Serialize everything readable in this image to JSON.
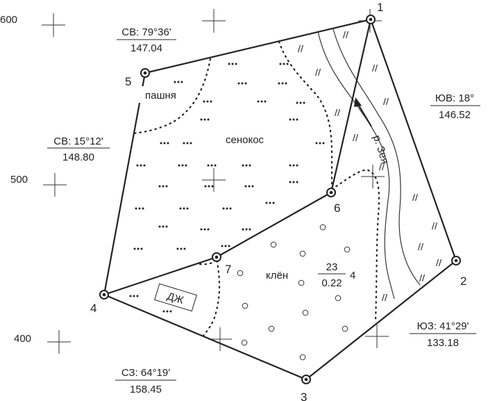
{
  "map": {
    "stations": [
      {
        "id": "1",
        "label": "1"
      },
      {
        "id": "2",
        "label": "2"
      },
      {
        "id": "3",
        "label": "3"
      },
      {
        "id": "4",
        "label": "4"
      },
      {
        "id": "5",
        "label": "5"
      },
      {
        "id": "6",
        "label": "6"
      },
      {
        "id": "7",
        "label": "7"
      }
    ],
    "bearings": [
      {
        "id": "5-1",
        "bearing": "СВ: 79°36'",
        "distance": "147.04"
      },
      {
        "id": "1-2",
        "bearing": "ЮВ: 18°",
        "distance": "146.52"
      },
      {
        "id": "2-3",
        "bearing": "ЮЗ: 41°29'",
        "distance": "133.18"
      },
      {
        "id": "3-4",
        "bearing": "СЗ: 64°19'",
        "distance": "158.45"
      },
      {
        "id": "4-5",
        "bearing": "СВ: 15°12'",
        "distance": "148.80"
      }
    ],
    "grid_labels": [
      "600",
      "500",
      "400"
    ],
    "landuse": {
      "arable": "пашня",
      "hayfield": "сенокос",
      "forest": "клён",
      "forest_numerator": "23",
      "forest_denominator": "0.22",
      "forest_class": "4",
      "shrub": "ДЖ",
      "river": "р. Зея"
    },
    "colors": {
      "line": "#222222",
      "background": "#ffffff"
    }
  }
}
